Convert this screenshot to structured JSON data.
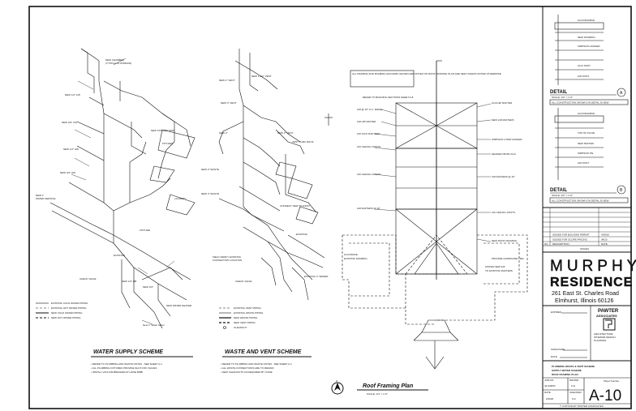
{
  "drawing_titles": {
    "water_supply": "WATER SUPPLY SCHEME",
    "waste_vent": "WASTE AND VENT SCHEME",
    "roof_framing": "Roof Framing Plan",
    "roof_scale": "SCALE: 1/4\" = 1'-0\""
  },
  "legends": {
    "water": [
      "EXISTING COLD WATER PIPING",
      "EXISTING HOT WATER PIPING",
      "NEW COLD WATER PIPING",
      "NEW HOT WATER PIPING"
    ],
    "waste": [
      "EXISTING VENT PIPING",
      "EXISTING WASTE PIPING",
      "NEW WASTE PIPING",
      "NEW VENT PIPING",
      "CLEANOUT"
    ]
  },
  "roof_notes": {
    "boxed": "ALL FRAMING AND FRAMING ANCHORS SHOWN ARE NOTED ON ROOF FRAMING PLAN ARE NEW UNLESS NOTED OTHERWISE",
    "refer": "REFER TO BUILDING SECTIONS SHEET A-8"
  },
  "details": [
    {
      "label": "DETAIL",
      "number": "A",
      "scale": "SCALE: 1/2\" = 1'-0\"",
      "note": "ALL CONSTRUCTION SHOWN ON DETAIL IS NEW"
    },
    {
      "label": "DETAIL",
      "number": "B",
      "scale": "SCALE: 1/2\" = 1'-0\"",
      "note": "ALL CONSTRUCTION SHOWN ON DETAIL IS NEW"
    }
  ],
  "revisions": {
    "rows": [
      {
        "desc": "ISSUED FOR BUILDING PERMIT",
        "date": "4/28/20"
      },
      {
        "desc": "ISSUED FOR SCOPE PRICING",
        "date": "04/20"
      }
    ],
    "header": {
      "no": "NO.",
      "desc": "DESCRIPTION",
      "date": "DATE"
    },
    "caption": "ISSUES"
  },
  "project": {
    "name_line1": "MURPHY",
    "name_line2": "RESIDENCE",
    "address1": "261 East St. Charles Road",
    "address2": "Elmhurst, Illinois 60126"
  },
  "firm": {
    "expires_label": "EXPIRES",
    "name": "PAWTER",
    "name2": "ASSOCIATES",
    "signature_label": "SIGNATURE",
    "date_label": "DATE"
  },
  "sheet": {
    "title1": "PLUMBING WASTE & VENT SCHEME",
    "title2": "SUPPLY WATER SCHEME",
    "title3": "ROOF FRAMING PLAN",
    "job_no": "42-043RS",
    "drawn_by": "K.E.",
    "date": "2/2020",
    "checked": "S.F.",
    "sheet_number_label": "Sheet Number",
    "sheet_number": "A-10",
    "copyright": "© COPYRIGHT PAWTER ASSOCIATES"
  },
  "north_symbol": "N"
}
